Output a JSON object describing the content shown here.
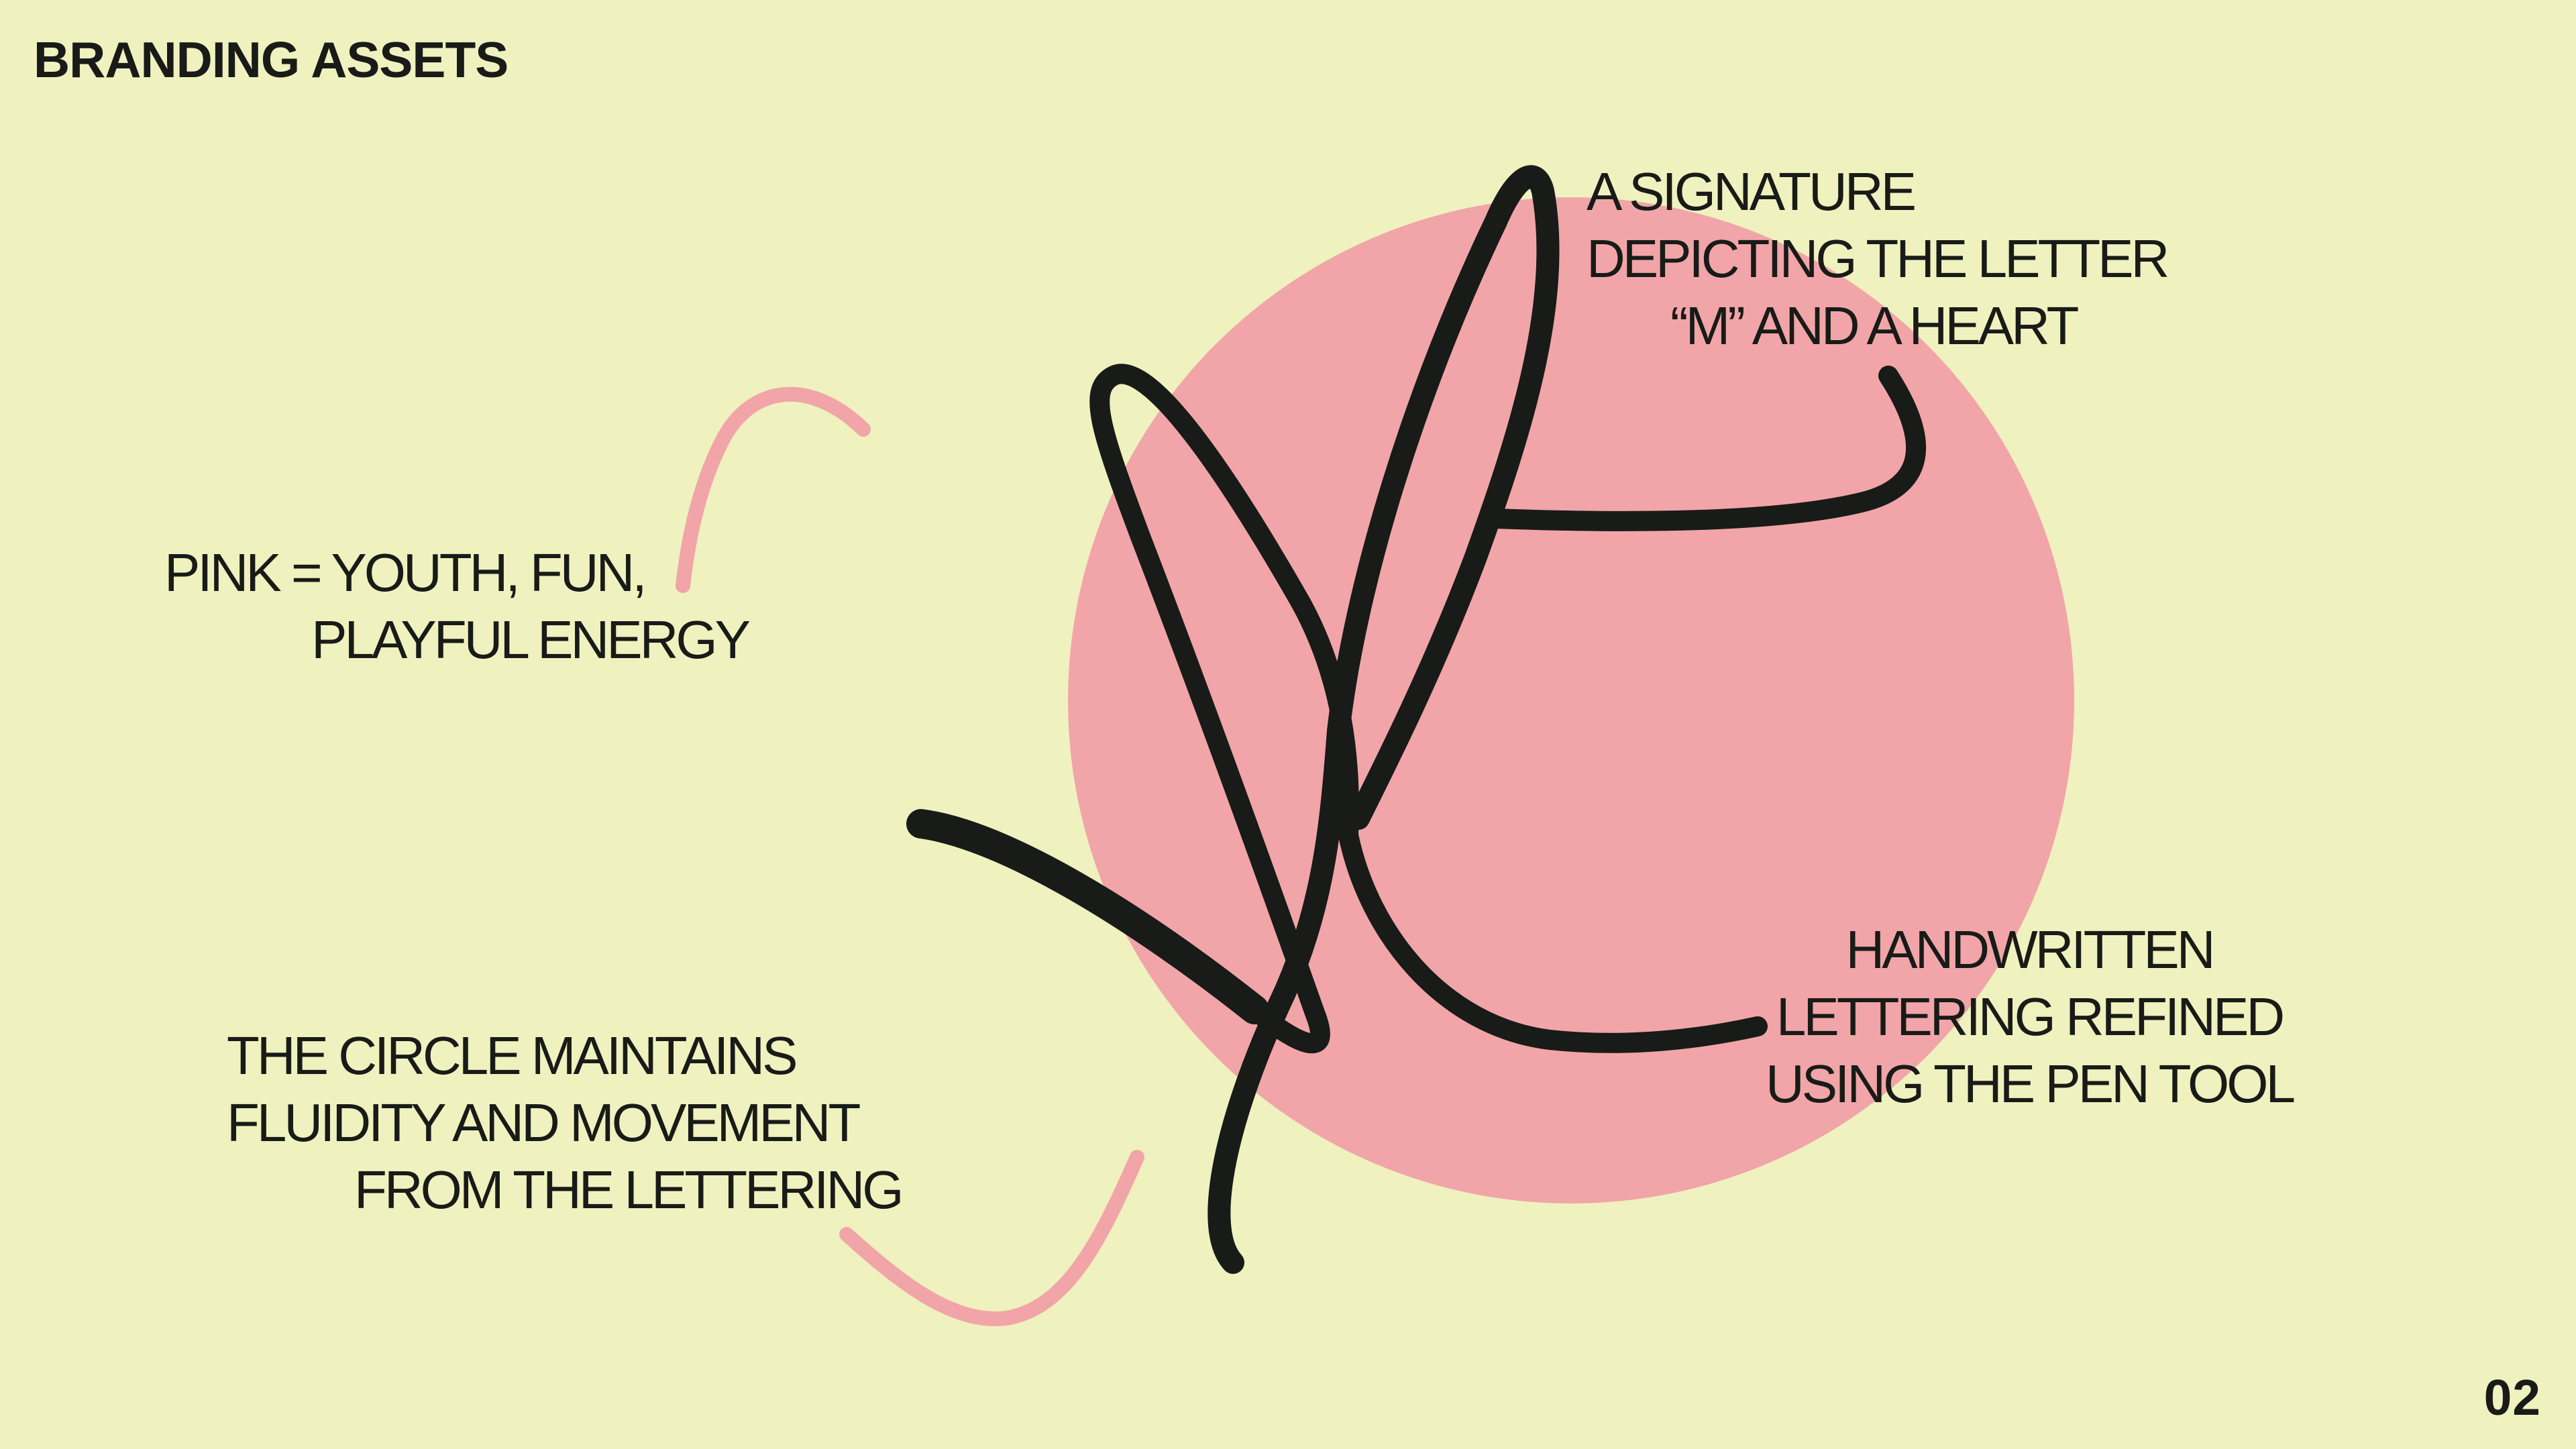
{
  "slide": {
    "title": "BRANDING ASSETS",
    "page_number": "02",
    "colors": {
      "background": "#eff1bf",
      "circle": "#f1a5a8",
      "pink_line": "#f1a5a8",
      "ink": "#181b17"
    }
  },
  "annotations": {
    "signature": [
      "A SIGNATURE",
      "DEPICTING THE LETTER",
      "“M” AND A HEART"
    ],
    "pink": [
      "PINK = YOUTH, FUN,",
      "PLAYFUL ENERGY"
    ],
    "circle": [
      "THE CIRCLE MAINTAINS",
      "FLUIDITY AND MOVEMENT",
      "FROM THE LETTERING"
    ],
    "handwritten": [
      "HANDWRITTEN",
      "LETTERING REFINED",
      "USING THE PEN TOOL"
    ]
  }
}
